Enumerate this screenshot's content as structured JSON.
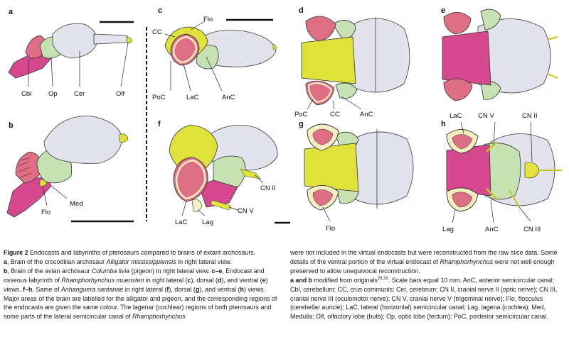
{
  "colors": {
    "cerebrum": "#e4e4ef",
    "optic_lobe": "#c6e2b2",
    "cerebellum": "#dd6e84",
    "medulla": "#d7498f",
    "flocculus": "#dfe23a",
    "labyrinth": "#f5eec0",
    "lateral_canal": "#e9dfa6",
    "nerve": "#e6e33a"
  },
  "panels": {
    "a": {
      "letter": "a",
      "labels": {
        "cbl": "Cbl",
        "op": "Op",
        "cer": "Cer",
        "olf": "Olf"
      }
    },
    "b": {
      "letter": "b",
      "labels": {
        "flo": "Flo",
        "med": "Med"
      }
    },
    "c": {
      "letter": "c",
      "labels": {
        "cc": "CC",
        "flo": "Flo",
        "poc": "PoC",
        "lac": "LaC",
        "anc": "AnC"
      }
    },
    "d": {
      "letter": "d",
      "labels": {
        "poc": "PoC",
        "cc": "CC",
        "anc": "AnC"
      }
    },
    "e": {
      "letter": "e",
      "labels": {}
    },
    "f": {
      "letter": "f",
      "labels": {
        "cn2": "CN II",
        "cn5": "CN V",
        "lac": "LaC",
        "lag": "Lag"
      }
    },
    "g": {
      "letter": "g",
      "labels": {
        "flo": "Flo"
      }
    },
    "h": {
      "letter": "h",
      "labels": {
        "lac": "LaC",
        "cn5": "CN V",
        "cn2": "CN II",
        "lag": "Lag",
        "anc": "AnC",
        "cn3": "CN III"
      }
    }
  },
  "caption": {
    "figure_label": "Figure 2",
    "title": "Endocasts and labyrinths of pterosaurs compared to brains of extant archosaurs.",
    "a_letter": "a",
    "a_text_1": ", Brain of the crocodilian archosaur ",
    "a_species": "Alligator mississippiensis",
    "a_text_2": " in right lateral view.",
    "b_letter": "b",
    "b_text_1": ", Brain of the avian archosaur ",
    "b_species": "Columba livia",
    "b_text_2": " (pigeon) in right lateral view. ",
    "ce_letters": "c–e",
    "ce_text_1": ", Endocast and osseous labyrinth of ",
    "ce_species": "Rhamphorhynchus muensteri",
    "ce_text_2": " in right lateral (",
    "c_letter": "c",
    "ce_text_3": "), dorsal (",
    "d_letter": "d",
    "ce_text_4": "), and ventral (",
    "e_letter": "e",
    "ce_text_5": ") views. ",
    "fh_letters": "f–h",
    "fh_text_1": ", Same of ",
    "fh_species": "Anhanguera santanae",
    "fh_text_2": " in right lateral (",
    "f_letter": "f",
    "fh_text_3": "), dorsal (",
    "g_letter": "g",
    "fh_text_4": "), and ventral (",
    "h_letter": "h",
    "fh_text_5": ") views. Major areas of the brain are labelled for the alligator and pigeon, and the corresponding regions of the endocasts are given the same colour. The lagenar (cochlear) regions of both pterosaurs and some parts of the lateral semicircular canal of ",
    "genus": "Rhamphorhynchus",
    "fh_text_6": " were not included in the virtual endocasts but were reconstructed from the raw slice data. Some details of the ventral portion of the virtual endocast of ",
    "genus2": "Rhamphorhynchus",
    "fh_text_7": " were not well enough preserved to allow unequivocal reconstruction. ",
    "ab_letters": "a",
    "and_word": " and ",
    "ab_letters2": "b",
    "ab_text": " modified from originals",
    "refs": "29,30",
    "scale_text": ". Scale bars equal 10 mm. AnC, anterior semicircular canal; Cbl, cerebellum; CC, crus communis; Cer, cerebrum; CN II, cranial nerve II (optic nerve); CN III, cranial nerve III (oculomotor nerve); CN V, cranial nerve V (trigeminal nerve); Flo, flocculus (cerebellar auricle); LaC, lateral (horizontal) semicircular canal; Lag, lagena (cochlea); Med, Medulla; Olf, olfactory lobe (bulb); Op, optic lobe (tectum); PoC, posterior semicircular canal."
  }
}
